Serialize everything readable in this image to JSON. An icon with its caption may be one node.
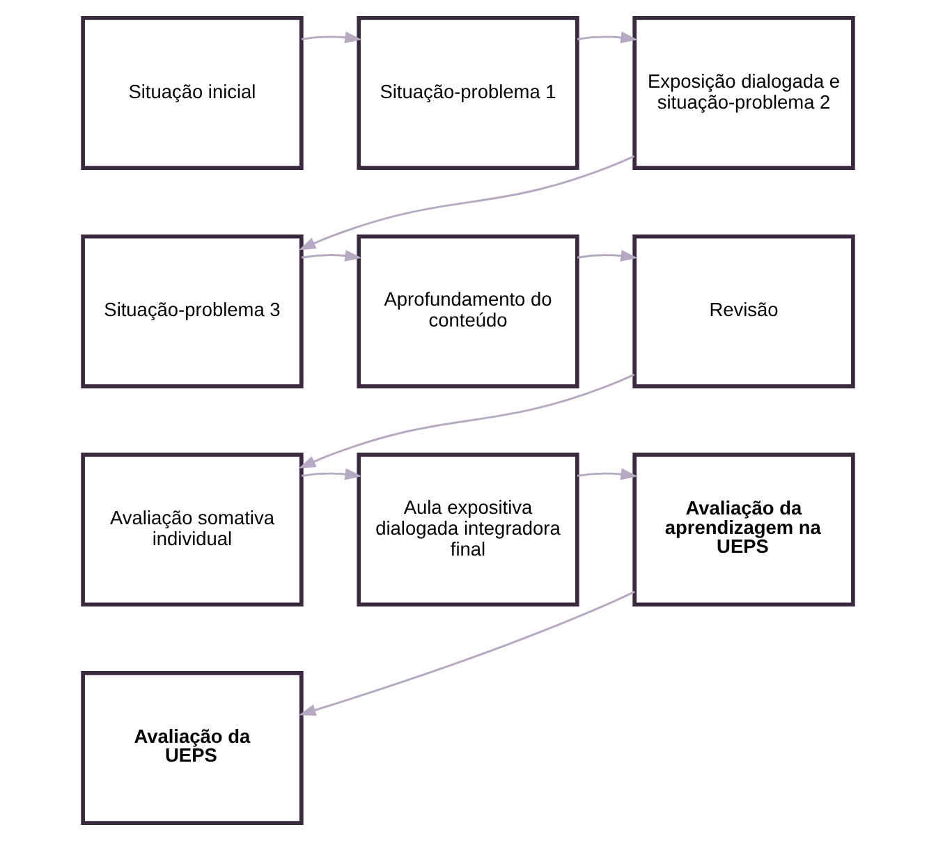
{
  "diagram": {
    "nodes": [
      {
        "text": [
          "Situação inicial"
        ]
      },
      {
        "text": [
          "Situação-problema 1"
        ]
      },
      {
        "text": [
          "Exposição dialogada e situação-problema 2"
        ]
      },
      {
        "text": [
          "Situação-problema 3"
        ]
      },
      {
        "text": [
          "Aprofundamento do conteúdo"
        ]
      },
      {
        "text": [
          "Revisão"
        ]
      },
      {
        "text": [
          "Avaliação somativa individual"
        ]
      },
      {
        "text": [
          "Aula expositiva dialogada integradora final"
        ]
      },
      {
        "text": [
          "Avaliação da aprendizagem na UEPS"
        ]
      },
      {
        "text": [
          "Avaliação da UEPS"
        ]
      }
    ],
    "edges": [
      {
        "from": 0,
        "to": 1,
        "arrow": "to"
      },
      {
        "from": 1,
        "to": 2,
        "arrow": "to"
      },
      {
        "from": 2,
        "to": 3,
        "arrow": "to"
      },
      {
        "from": 3,
        "to": 4,
        "arrow": "to"
      },
      {
        "from": 4,
        "to": 5,
        "arrow": "to"
      },
      {
        "from": 5,
        "to": 6,
        "arrow": "to"
      },
      {
        "from": 6,
        "to": 7,
        "arrow": "to"
      },
      {
        "from": 7,
        "to": 8,
        "arrow": "to"
      },
      {
        "from": 8,
        "to": 9,
        "arrow": "to"
      }
    ]
  }
}
